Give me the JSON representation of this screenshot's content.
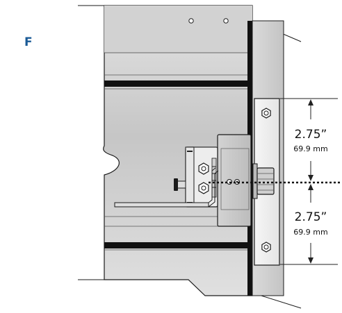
{
  "step_label": "F",
  "dimensions": {
    "upper": {
      "inches": "2.75”",
      "mm": "69.9 mm"
    },
    "lower": {
      "inches": "2.75”",
      "mm": "69.9 mm"
    }
  },
  "colors": {
    "label_blue": "#1a5a96",
    "metal_light": "#d8d8d8",
    "metal_mid": "#bdbdbd",
    "metal_dark": "#9a9a9a",
    "outline": "#1a1a1a",
    "black_band": "#111111"
  },
  "icons": {
    "hex_bolt": "hexagon-bolt-icon",
    "hole": "round-hole-icon"
  }
}
